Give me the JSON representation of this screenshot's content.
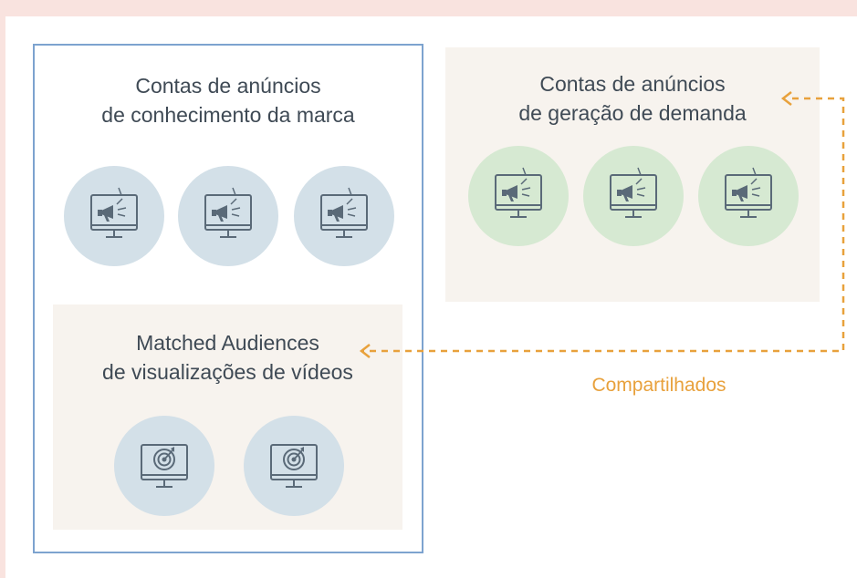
{
  "brand_group": {
    "title_line1": "Contas de anúncios",
    "title_line2": "de conhecimento da marca",
    "icons": [
      "megaphone-monitor-icon",
      "megaphone-monitor-icon",
      "megaphone-monitor-icon"
    ]
  },
  "demand_group": {
    "title_line1": "Contas de anúncios",
    "title_line2": "de geração de demanda",
    "icons": [
      "megaphone-monitor-icon",
      "megaphone-monitor-icon",
      "megaphone-monitor-icon"
    ]
  },
  "matched_group": {
    "title_line1": "Matched Audiences",
    "title_line2": "de visualizações de vídeos",
    "icons": [
      "target-monitor-icon",
      "target-monitor-icon"
    ]
  },
  "shared_label": "Compartilhados",
  "colors": {
    "background": "#f9e3df",
    "brand_border": "#7da3cf",
    "blue_circle": "#d3e0e8",
    "green_circle": "#d6e9d2",
    "beige_box": "#f7f3ee",
    "connector": "#e8a13c",
    "icon": "#5a6a78"
  }
}
